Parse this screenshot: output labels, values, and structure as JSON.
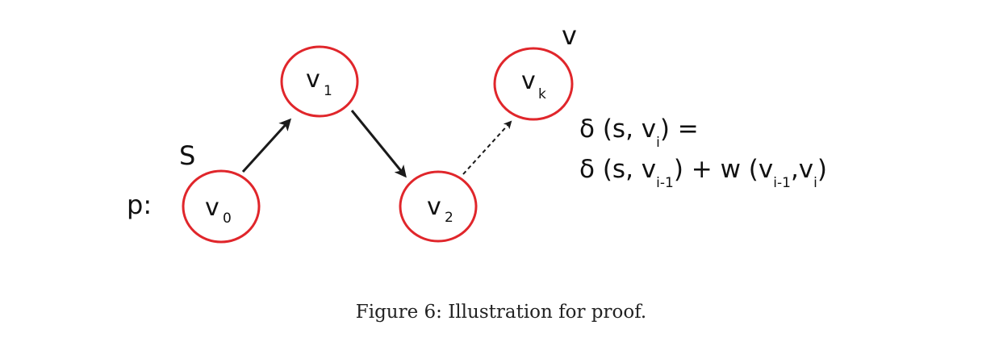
{
  "diagram": {
    "path_label": "p:",
    "start_label": "S",
    "end_label": "v",
    "nodes": [
      {
        "id": "v0",
        "base": "v",
        "sub": "0"
      },
      {
        "id": "v1",
        "base": "v",
        "sub": "1"
      },
      {
        "id": "v2",
        "base": "v",
        "sub": "2"
      },
      {
        "id": "vk",
        "base": "v",
        "sub": "k"
      }
    ],
    "edges": [
      {
        "from": "v0",
        "to": "v1",
        "style": "solid"
      },
      {
        "from": "v1",
        "to": "v2",
        "style": "solid"
      },
      {
        "from": "v2",
        "to": "vk",
        "style": "dashed"
      }
    ],
    "node_color": "#e0262b",
    "edge_color": "#1a1a1a",
    "formula": {
      "line1": {
        "delta": "δ",
        "open": " (s, v",
        "sub": "i",
        "close": ") ="
      },
      "line2": {
        "delta": "δ",
        "open": " (s, v",
        "sub1": "i-1",
        "mid": ") + w (v",
        "sub2": "i-1",
        "comma": ",v",
        "sub3": "i",
        "close": ")"
      }
    }
  },
  "caption": "Figure 6: Illustration for proof."
}
